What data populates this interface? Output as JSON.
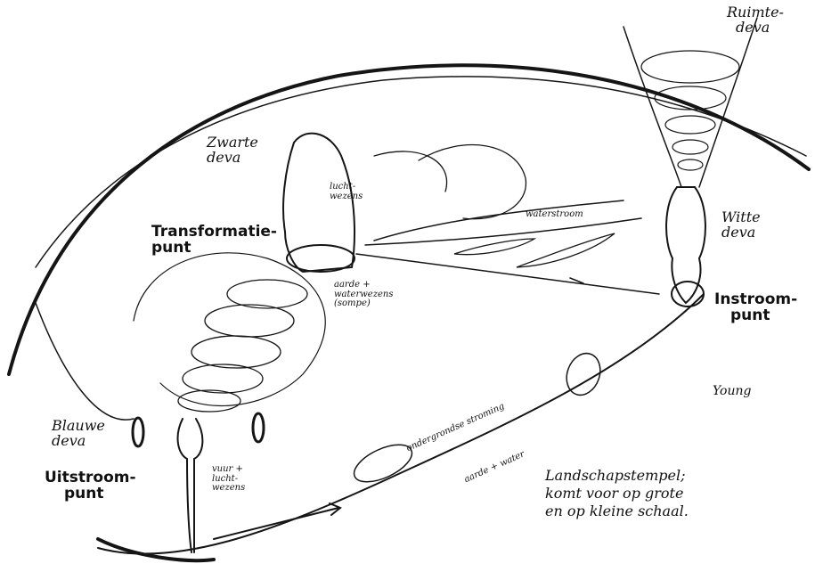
{
  "labels": {
    "ruimte_deva": [
      "Ruimte-",
      "deva"
    ],
    "zwarte_deva": [
      "Zwarte",
      "deva"
    ],
    "lucht_wezens_top": [
      "lucht-",
      "wezens"
    ],
    "transformatie_punt": [
      "Transformatie-",
      "punt"
    ],
    "aarde_water_wezens": [
      "aarde +",
      "waterwezens",
      "(sompe)"
    ],
    "waterstroom": "waterstroom",
    "witte_deva": [
      "Witte",
      "deva"
    ],
    "instroom_punt": [
      "Instroom-",
      "punt"
    ],
    "blauwe_deva": [
      "Blauwe",
      "deva"
    ],
    "uitstroom_punt": [
      "Uitstroom-",
      "punt"
    ],
    "vuur_lucht_wezens": [
      "vuur +",
      "lucht-",
      "wezens"
    ],
    "ondergrondse_stroom": "ondergrondse stroming",
    "aarde_water": "aarde + water",
    "signature": "Young",
    "caption": [
      "Landschapstempel;",
      "komt voor op grote",
      "en op kleine schaal."
    ]
  }
}
